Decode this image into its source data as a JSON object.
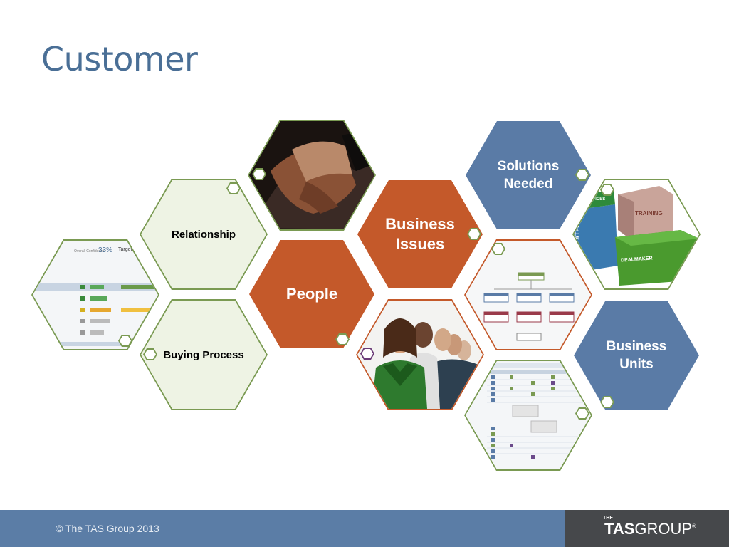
{
  "slide": {
    "title": "Customer"
  },
  "hexagons": {
    "relationship": "Relationship",
    "buying_process": "Buying Process",
    "people": "People",
    "business_issues_line1": "Business",
    "business_issues_line2": "Issues",
    "solutions_needed_line1": "Solutions",
    "solutions_needed_line2": "Needed",
    "business_units_line1": "Business",
    "business_units_line2": "Units"
  },
  "screenshots": {
    "confidence_label": "Overall Confidence",
    "confidence_value": "33%",
    "target_label": "Target Ou"
  },
  "boxes": {
    "training": "TRAINING",
    "services": "RVICES",
    "platform": "ATFORM",
    "dealmaker": "DEALMAKER"
  },
  "footer": {
    "copyright": "© The TAS Group 2013",
    "logo_the": "THE",
    "logo_tas": "TAS",
    "logo_group": "GROUP"
  },
  "colors": {
    "title": "#4a6f96",
    "orange": "#c4592a",
    "blue": "#5a7ba6",
    "green_border": "#7a9a52",
    "footer": "#5b7da6"
  }
}
